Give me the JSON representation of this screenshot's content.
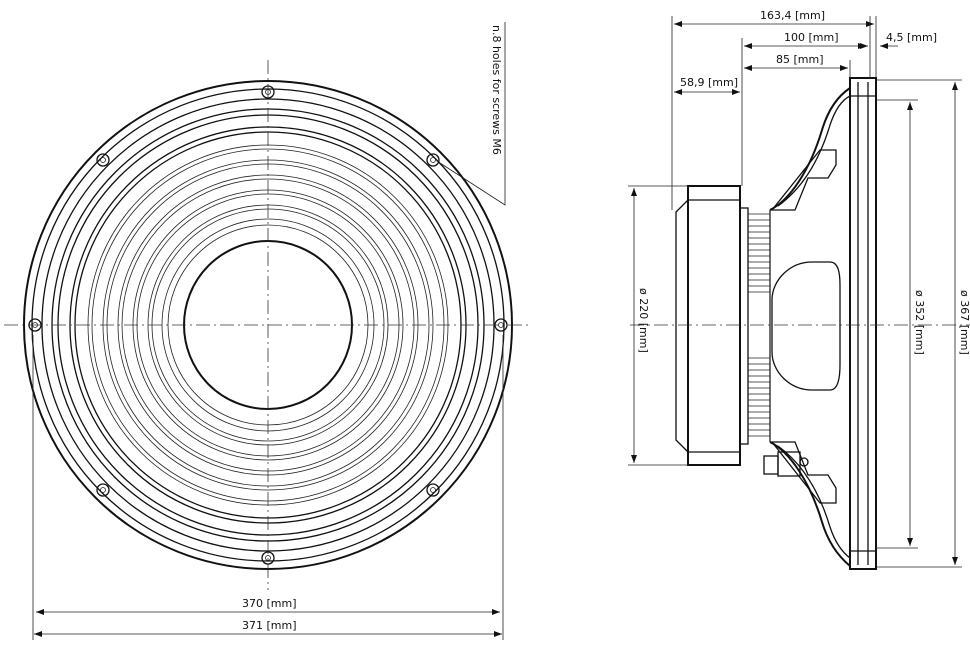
{
  "front_view": {
    "dim_inner": "370 [mm]",
    "dim_outer": "371 [mm]",
    "holes_note": "n.8 holes for screws M6"
  },
  "side_view": {
    "dim_total_depth": "163,4 [mm]",
    "dim_depth_100": "100 [mm]",
    "dim_flange": "4,5 [mm]",
    "dim_depth_85": "85 [mm]",
    "dim_magnet_depth": "58,9 [mm]",
    "dim_magnet_dia": "ø 220 [mm]",
    "dim_cone_dia": "ø 352 [mm]",
    "dim_frame_dia": "ø 367 [mm]"
  }
}
